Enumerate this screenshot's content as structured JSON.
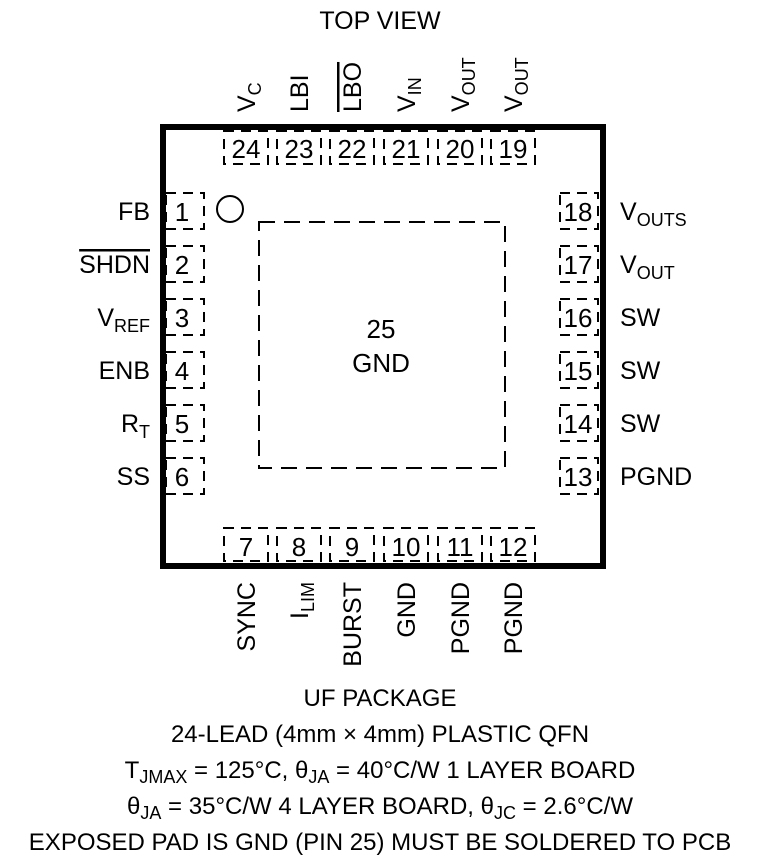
{
  "title": "TOP VIEW",
  "exposed_pad": {
    "number": "25",
    "name": "GND"
  },
  "pins": {
    "top": [
      {
        "num": "24",
        "name": "V",
        "sub": "C"
      },
      {
        "num": "23",
        "name": "LBI"
      },
      {
        "num": "22",
        "name": "LBO",
        "overline": true
      },
      {
        "num": "21",
        "name": "V",
        "sub": "IN"
      },
      {
        "num": "20",
        "name": "V",
        "sub": "OUT"
      },
      {
        "num": "19",
        "name": "V",
        "sub": "OUT"
      }
    ],
    "left": [
      {
        "num": "1",
        "name": "FB"
      },
      {
        "num": "2",
        "name": "SHDN",
        "overline": true
      },
      {
        "num": "3",
        "name": "V",
        "sub": "REF"
      },
      {
        "num": "4",
        "name": "ENB"
      },
      {
        "num": "5",
        "name": "R",
        "sub": "T"
      },
      {
        "num": "6",
        "name": "SS"
      }
    ],
    "right": [
      {
        "num": "18",
        "name": "V",
        "sub": "OUTS"
      },
      {
        "num": "17",
        "name": "V",
        "sub": "OUT"
      },
      {
        "num": "16",
        "name": "SW"
      },
      {
        "num": "15",
        "name": "SW"
      },
      {
        "num": "14",
        "name": "SW"
      },
      {
        "num": "13",
        "name": "PGND"
      }
    ],
    "bottom": [
      {
        "num": "7",
        "name": "SYNC"
      },
      {
        "num": "8",
        "name": "I",
        "sub": "LIM"
      },
      {
        "num": "9",
        "name": "BURST"
      },
      {
        "num": "10",
        "name": "GND"
      },
      {
        "num": "11",
        "name": "PGND"
      },
      {
        "num": "12",
        "name": "PGND"
      }
    ]
  },
  "footer": {
    "package": "UF PACKAGE",
    "lead": "24-LEAD (4mm × 4mm) PLASTIC QFN",
    "line3": {
      "a": "T",
      "a_sub": "JMAX",
      "b": " = 125°C, θ",
      "b_sub": "JA",
      "c": " = 40°C/W 1 LAYER BOARD"
    },
    "line4": {
      "a": "θ",
      "a_sub": "JA",
      "b": " = 35°C/W 4 LAYER BOARD, θ",
      "b_sub": "JC",
      "c": " = 2.6°C/W"
    },
    "line5": "EXPOSED PAD IS GND (PIN 25) MUST BE SOLDERED TO PCB"
  }
}
